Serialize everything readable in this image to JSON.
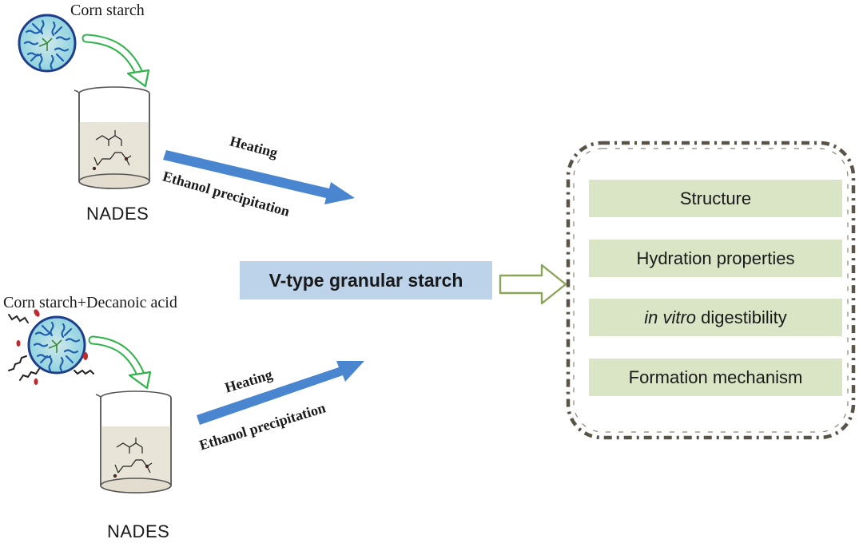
{
  "top": {
    "starch_label": "Corn starch",
    "beaker_label": "NADES",
    "arrow_label_top": "Heating",
    "arrow_label_bottom": "Ethanol precipitation"
  },
  "bottom": {
    "starch_label": "Corn starch+Decanoic acid",
    "beaker_label": "NADES",
    "arrow_label_top": "Heating",
    "arrow_label_bottom": "Ethanol precipitation"
  },
  "center": {
    "product_label": "V-type granular starch"
  },
  "results": {
    "items": [
      {
        "text": "Structure"
      },
      {
        "text": "Hydration properties"
      },
      {
        "italic_prefix": "in vitro",
        "text": " digestibility"
      },
      {
        "text": "Formation mechanism"
      }
    ]
  },
  "colors": {
    "blue_arrow": "#4a86d0",
    "green_curve_arrow": "#2fb34a",
    "hollow_arrow_stroke": "#8aa558",
    "product_box": "#bcd3ea",
    "result_box": "#d9e5c4",
    "dashed_border": "#5a5448"
  },
  "icons": {
    "starch_granule": "starch-granule-icon",
    "beaker": "beaker-icon",
    "chemical_structure": "nades-molecule-icon"
  }
}
